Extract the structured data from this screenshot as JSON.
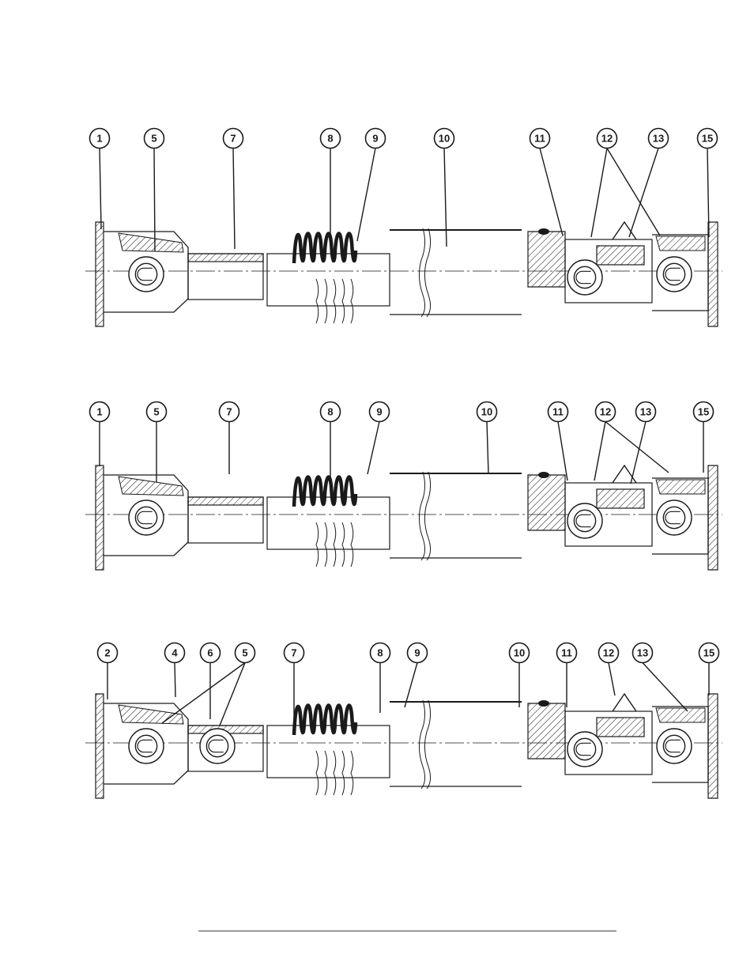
{
  "colors": {
    "ink": "#1a1a1a",
    "rule": "#9a9a9a",
    "paper": "#ffffff"
  },
  "diagrams": [
    {
      "name": "driveshaft-view-1",
      "callouts": [
        "1",
        "5",
        "7",
        "8",
        "9",
        "10",
        "11",
        "12",
        "13",
        "15"
      ]
    },
    {
      "name": "driveshaft-view-2",
      "callouts": [
        "1",
        "5",
        "7",
        "8",
        "9",
        "10",
        "11",
        "12",
        "13",
        "15"
      ]
    },
    {
      "name": "driveshaft-view-3",
      "callouts": [
        "2",
        "4",
        "6",
        "5",
        "7",
        "8",
        "9",
        "10",
        "11",
        "12",
        "13",
        "15"
      ]
    }
  ]
}
